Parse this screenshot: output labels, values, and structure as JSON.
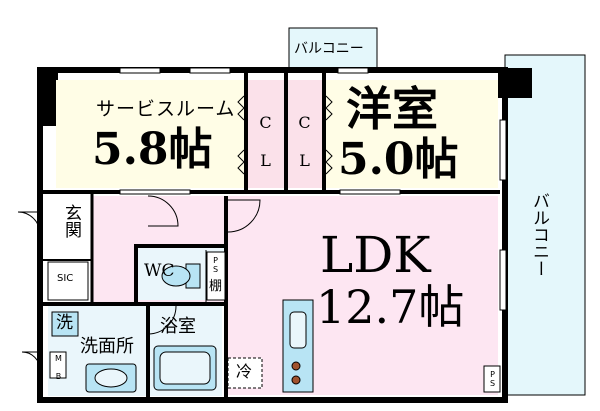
{
  "rooms": {
    "service_room": {
      "name": "サービスルーム",
      "size": "5.8帖"
    },
    "western_room": {
      "name": "洋室",
      "size": "5.0帖"
    },
    "ldk": {
      "name": "LDK",
      "size": "12.7帖"
    },
    "closet_a": "C L",
    "closet_b": "C L",
    "entrance": "玄関",
    "sic": "SIC",
    "wc": "WC",
    "ps_top": "PS",
    "shelf": "棚",
    "wash_label": "洗",
    "washroom": "洗面所",
    "bath": "浴室",
    "fridge": "冷",
    "mb": "M B",
    "ps_bottom": "PS"
  },
  "balconies": {
    "top": "バルコニー",
    "side": "バルコニー"
  },
  "colors": {
    "wall": "#000000",
    "pink_room": "#fde6f2",
    "yellow_room": "#fffde6",
    "pink_closet": "#fbe1ea",
    "balcony": "#e4f7fb",
    "wet_area": "#eaf6fb",
    "fixture": "#b8e4f4"
  }
}
